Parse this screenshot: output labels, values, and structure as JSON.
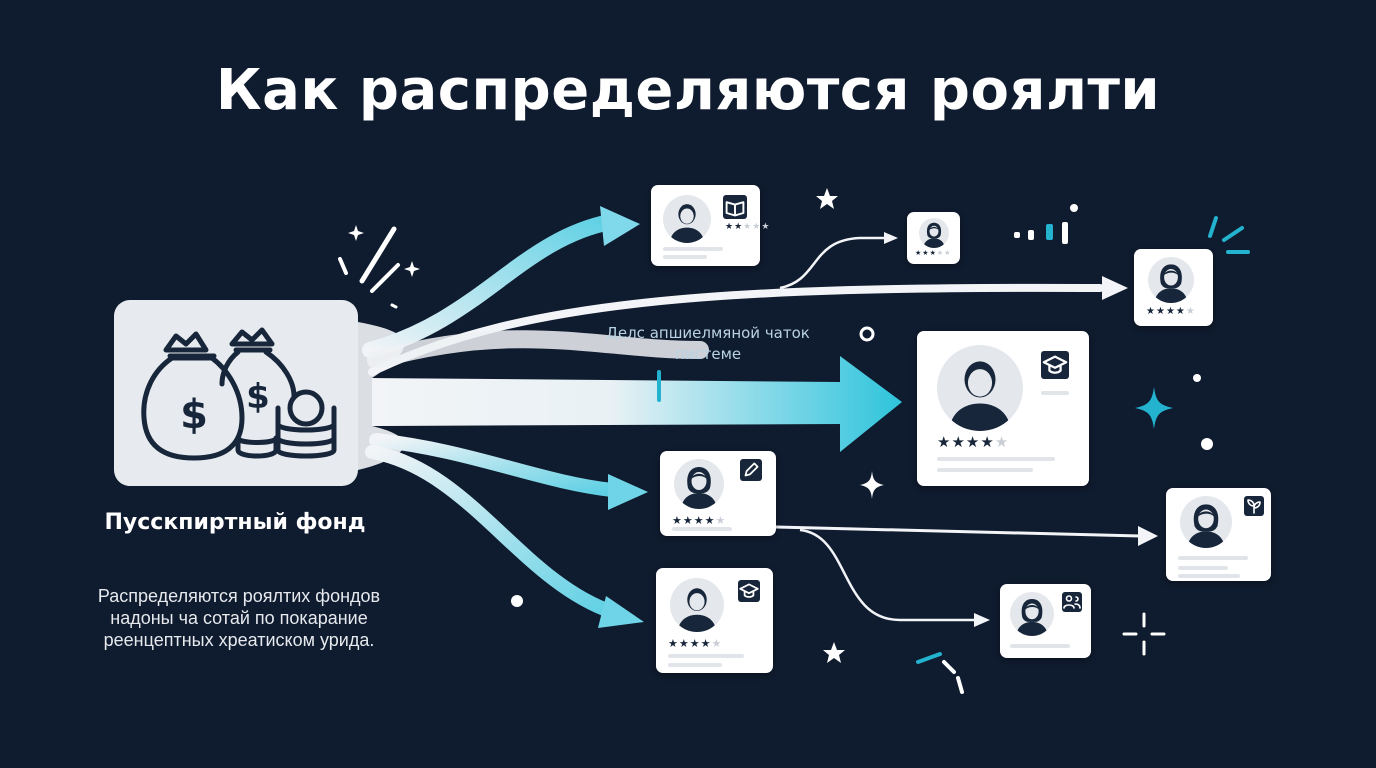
{
  "title": "Как распределяются роялти",
  "fund": {
    "title": "Пусскпиртный фонд",
    "description": "Распределяются роялтих фондов надоны ча сотай по покарание реенцептных хреатиском урида.",
    "icon": "money-bags-coins-icon"
  },
  "flow_label": "Делс апшиелмяной чаток пистеме",
  "colors": {
    "background": "#0f1b2e",
    "flow_white": "#f2f4f7",
    "flow_cyan": "#2ec4dc",
    "card": "#ffffff",
    "accent_star": "#23b3cf"
  },
  "recipients": [
    {
      "id": "c1",
      "gender": "male",
      "badge": "book-icon",
      "rating": 2
    },
    {
      "id": "c2",
      "gender": "female",
      "badge": "none",
      "rating": 3
    },
    {
      "id": "c3",
      "gender": "female",
      "badge": "none",
      "rating": 4
    },
    {
      "id": "c4",
      "gender": "male",
      "badge": "graduation-cap-icon",
      "rating": 4
    },
    {
      "id": "c5",
      "gender": "female",
      "badge": "pen-icon",
      "rating": 4
    },
    {
      "id": "c6",
      "gender": "female",
      "badge": "plant-icon",
      "rating": 0
    },
    {
      "id": "c7",
      "gender": "male",
      "badge": "graduation-cap-icon",
      "rating": 4
    },
    {
      "id": "c8",
      "gender": "female",
      "badge": "people-icon",
      "rating": 0
    }
  ]
}
